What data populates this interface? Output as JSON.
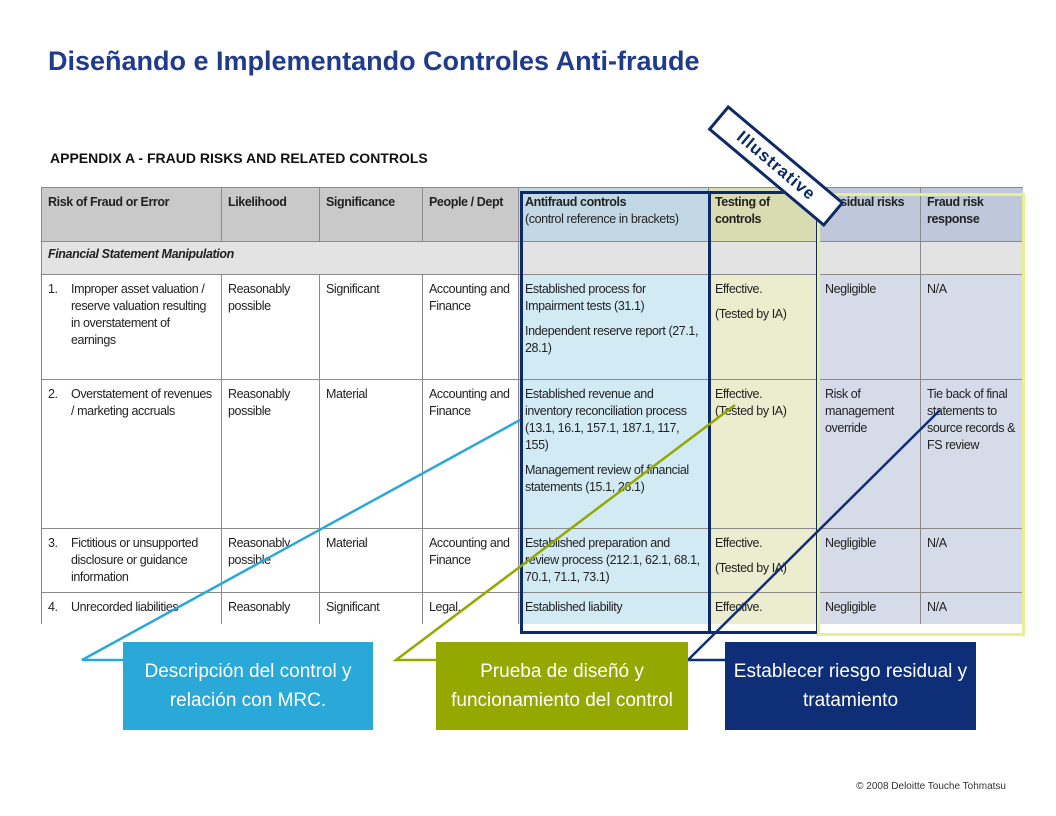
{
  "title": "Diseñando e Implementando Controles Anti-fraude",
  "appendix_title": "APPENDIX A - FRAUD RISKS AND RELATED CONTROLS",
  "stamp": "Illustrative",
  "table": {
    "headers": {
      "risk": "Risk of Fraud or Error",
      "likelihood": "Likelihood",
      "significance": "Significance",
      "people": "People / Dept",
      "antifraud": "Antifraud controls",
      "antifraud_sub": "(control reference in brackets)",
      "testing": "Testing of controls",
      "residual": "Residual risks",
      "response": "Fraud risk response"
    },
    "section": "Financial Statement Manipulation",
    "rows": [
      {
        "num": "1.",
        "risk": "Improper asset valuation / reserve valuation resulting in overstatement of earnings",
        "likelihood": "Reasonably possible",
        "significance": "Significant",
        "people": "Accounting and Finance",
        "control1": "Established process for Impairment tests (31.1)",
        "control2": "Independent reserve report (27.1, 28.1)",
        "test1": "Effective.",
        "test2": "(Tested by IA)",
        "residual": "Negligible",
        "response": "N/A"
      },
      {
        "num": "2.",
        "risk": "Overstatement of revenues / marketing accruals",
        "likelihood": "Reasonably possible",
        "significance": "Material",
        "people": "Accounting and Finance",
        "control1": "Established revenue and inventory reconciliation process (13.1, 16.1, 157.1, 187.1, 117, 155)",
        "control2": "Management review of financial statements (15.1, 26.1)",
        "test1": "Effective.",
        "test2": "(Tested by IA)",
        "residual": "Risk of management override",
        "response": "Tie back of final statements to source records & FS review"
      },
      {
        "num": "3.",
        "risk": "Fictitious or unsupported disclosure or guidance information",
        "likelihood": "Reasonably possible",
        "significance": "Material",
        "people": "Accounting and Finance",
        "control1": "Established preparation and review process (212.1, 62.1, 68.1, 70.1, 71.1, 73.1)",
        "control2": "",
        "test1": "Effective.",
        "test2": "(Tested by IA)",
        "residual": "Negligible",
        "response": "N/A"
      },
      {
        "num": "4.",
        "risk": "Unrecorded liabilities",
        "likelihood": "Reasonably",
        "significance": "Significant",
        "people": "Legal,",
        "control1": "Established liability",
        "control2": "",
        "test1": "Effective.",
        "test2": "",
        "residual": "Negligible",
        "response": "N/A"
      }
    ]
  },
  "callouts": {
    "description": "Descripción del control y relación con MRC.",
    "testing": "Prueba de diseñó y funcionamiento del control",
    "residual": "Establecer riesgo residual y tratamiento"
  },
  "colors": {
    "description": "#2aa8d8",
    "testing": "#94a800",
    "residual": "#0e2e78",
    "title": "#1f3b8c"
  },
  "copyright": "© 2008 Deloitte Touche Tohmatsu"
}
